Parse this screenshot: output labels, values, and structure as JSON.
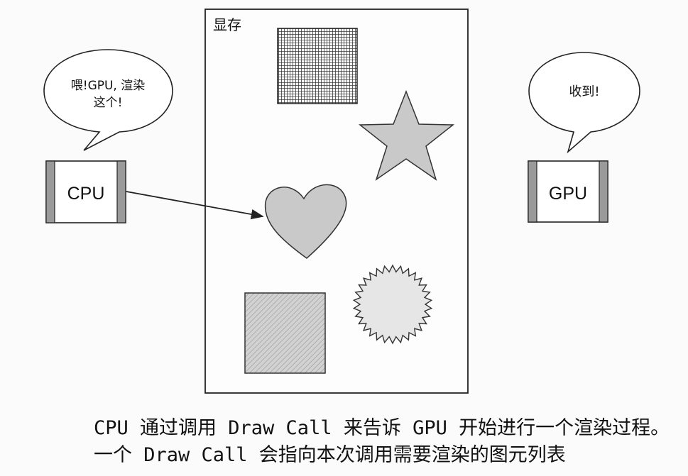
{
  "vram_label": "显存",
  "cpu": {
    "label": "CPU",
    "bubble_line1": "喂!GPU, 渲染",
    "bubble_line2": "这个!"
  },
  "gpu": {
    "label": "GPU",
    "bubble": "收到!"
  },
  "caption": {
    "line1": "CPU 通过调用 Draw Call 来告诉 GPU 开始进行一个渲染过程。",
    "line2": "一个 Draw Call 会指向本次调用需要渲染的图元列表"
  },
  "shapes": [
    "grid-square-icon",
    "star-icon",
    "heart-icon",
    "starburst-icon",
    "hatched-square-icon"
  ],
  "colors": {
    "stroke": "#333333",
    "fill": "#c9c9c9",
    "box_side": "#9a9a9a"
  }
}
